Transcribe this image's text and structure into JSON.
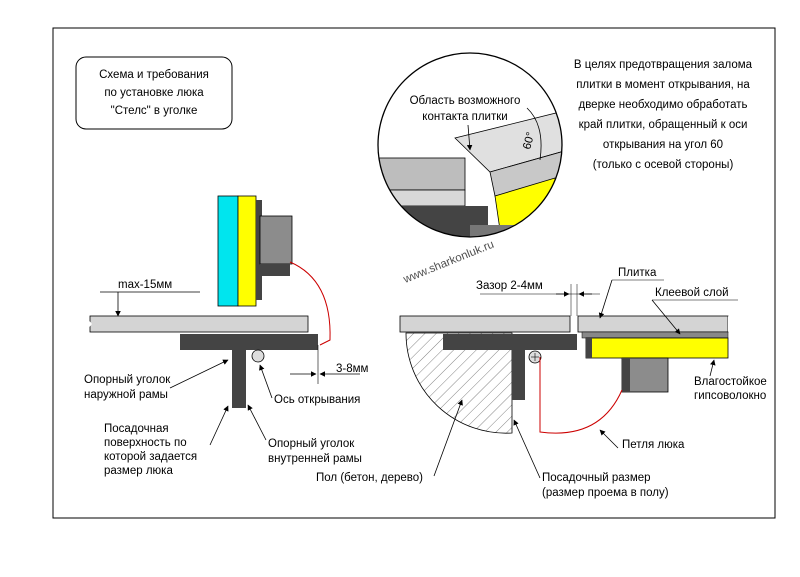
{
  "title_lines": [
    "Схема и требования",
    "по установке люка",
    "\"Стелс\" в уголке"
  ],
  "note_lines": [
    "В целях предотвращения залома",
    "плитки в момент открывания, на",
    "дверке необходимо обработать",
    "край плитки, обращенный к оси",
    "открывания на угол 60",
    "(только с осевой стороны)"
  ],
  "contact_area_lines": [
    "Область возможного",
    "контакта плитки"
  ],
  "angle_label": "60°",
  "watermark": "www.sharkonluk.ru",
  "labels": {
    "max_thickness": "max-15мм",
    "gap_3_8": "3-8мм",
    "outer_angle": [
      "Опорный уголок",
      "наружной рамы"
    ],
    "axis": "Ось открывания",
    "seat_surface": [
      "Посадочная",
      "поверхность по",
      "которой задается",
      "размер люка"
    ],
    "inner_angle": [
      "Опорный уголок",
      "внутренней рамы"
    ],
    "floor": "Пол (бетон, дерево)",
    "gap_2_4": "Зазор 2-4мм",
    "tile": "Плитка",
    "glue": "Клеевой слой",
    "drywall": [
      "Влагостойкое",
      "гипсоволокно"
    ],
    "hinge": "Петля люка",
    "seat_size": [
      "Посадочный размер",
      "(размер проема в полу)"
    ]
  },
  "colors": {
    "frame": "#404040",
    "slab": "#d4d4d4",
    "tile_yellow": "#ffff00",
    "cyan": "#00e5ee",
    "hinge_red": "#cc0000",
    "box_gray": "#8c8c8c"
  }
}
